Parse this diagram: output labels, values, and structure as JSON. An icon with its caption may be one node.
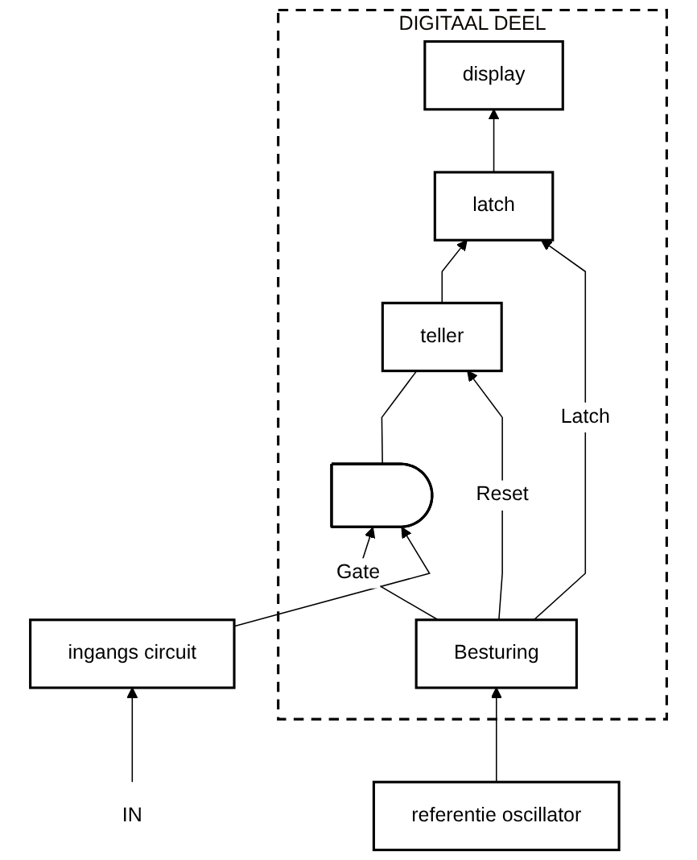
{
  "diagram": {
    "nodes": [
      {
        "text": [
          "DIGITAAL DEEL"
        ]
      },
      {
        "text": [
          "display"
        ],
        "in": 0
      },
      {
        "text": [
          "latch"
        ],
        "in": 0
      },
      {
        "text": [
          "teller"
        ],
        "in": 0
      },
      {
        "text": [
          "Besturing"
        ],
        "in": 0
      },
      {
        "text": [],
        "shape": "semicircle",
        "in": 0
      },
      {
        "text": [
          "IN"
        ]
      },
      {
        "text": [
          "ingangs circuit"
        ]
      },
      {
        "text": [
          "referentie oscillator"
        ]
      }
    ],
    "edges": [
      {
        "from": 2,
        "to": 1,
        "arrow": "to"
      },
      {
        "from": 3,
        "to": 2,
        "arrow": "to"
      },
      {
        "from": 5,
        "to": 3,
        "arrow": "none"
      },
      {
        "from": 4,
        "to": 2,
        "arrow": "to",
        "label": "Latch"
      },
      {
        "from": 4,
        "to": 3,
        "arrow": "to",
        "label": "Reset"
      },
      {
        "from": 4,
        "to": 5,
        "arrow": "to",
        "label": "Gate"
      },
      {
        "from": 6,
        "to": 7,
        "arrow": "to"
      },
      {
        "from": 7,
        "to": 5,
        "arrow": "to"
      },
      {
        "from": 8,
        "to": 4,
        "arrow": "to"
      }
    ]
  }
}
